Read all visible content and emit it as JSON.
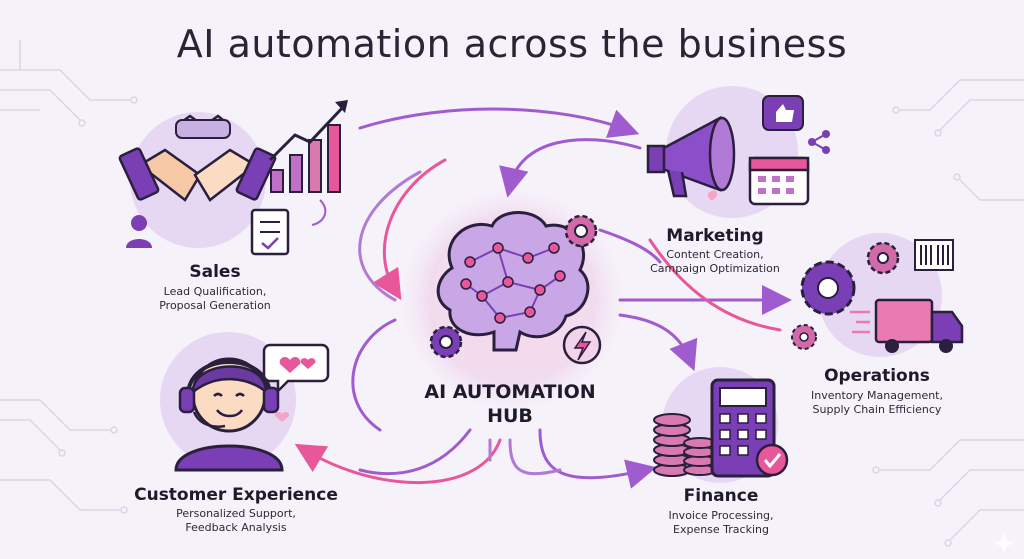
{
  "title": "AI automation across the business",
  "hub": {
    "line1": "AI AUTOMATION",
    "line2": "HUB"
  },
  "nodes": {
    "sales": {
      "name": "Sales",
      "desc1": "Lead Qualification,",
      "desc2": "Proposal Generation"
    },
    "marketing": {
      "name": "Marketing",
      "desc1": "Content Creation,",
      "desc2": "Campaign Optimization"
    },
    "operations": {
      "name": "Operations",
      "desc1": "Inventory Management,",
      "desc2": "Supply Chain Efficiency"
    },
    "finance": {
      "name": "Finance",
      "desc1": "Invoice Processing,",
      "desc2": "Expense Tracking"
    },
    "customer": {
      "name": "Customer Experience",
      "desc1": "Personalized Support,",
      "desc2": "Feedback Analysis"
    }
  },
  "colors": {
    "purple": "#7a3fb5",
    "pink": "#e9579b",
    "light_purple": "#e6d7f3",
    "dark": "#2a1f3d"
  },
  "icons": [
    "handshake-icon",
    "bar-chart-icon",
    "document-icon",
    "person-icon",
    "megaphone-icon",
    "thumbs-up-icon",
    "calendar-icon",
    "share-icon",
    "brain-icon",
    "gear-icon",
    "lightning-icon",
    "barcode-icon",
    "truck-icon",
    "calculator-icon",
    "coins-icon",
    "headset-agent-icon",
    "heart-chat-icon"
  ]
}
